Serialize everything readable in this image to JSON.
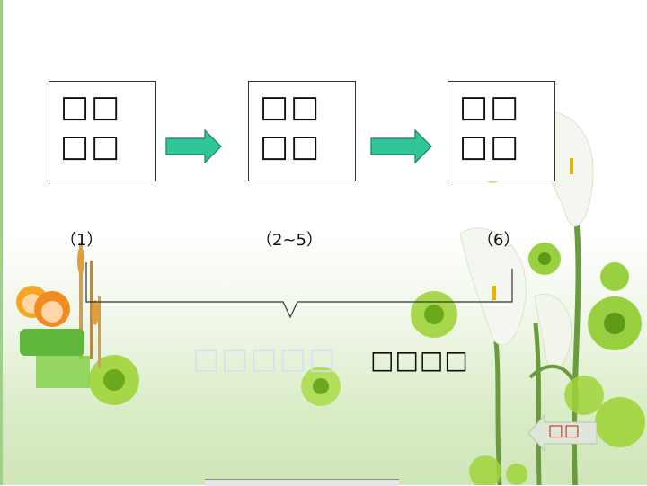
{
  "flow": {
    "boxes": [
      {
        "text": "□□□□"
      },
      {
        "text": "□□□□"
      },
      {
        "text": "□□□□"
      }
    ],
    "paragraphs": [
      {
        "text": "（1）"
      },
      {
        "text": "（2~5）"
      },
      {
        "text": "（6）"
      }
    ]
  },
  "watermark": "□□□□□",
  "total_label": "□□□□",
  "nav": {
    "back_label": "□□"
  },
  "icons": [
    "arrow-right-icon",
    "back-arrow-icon",
    "calla-lily-illustration",
    "cartoon-kids-illustration",
    "green-flower-illustration"
  ],
  "colors": {
    "arrow": "#2fc79a",
    "back_text": "#c81e1e",
    "background_bottom": "#cfe6b8"
  }
}
